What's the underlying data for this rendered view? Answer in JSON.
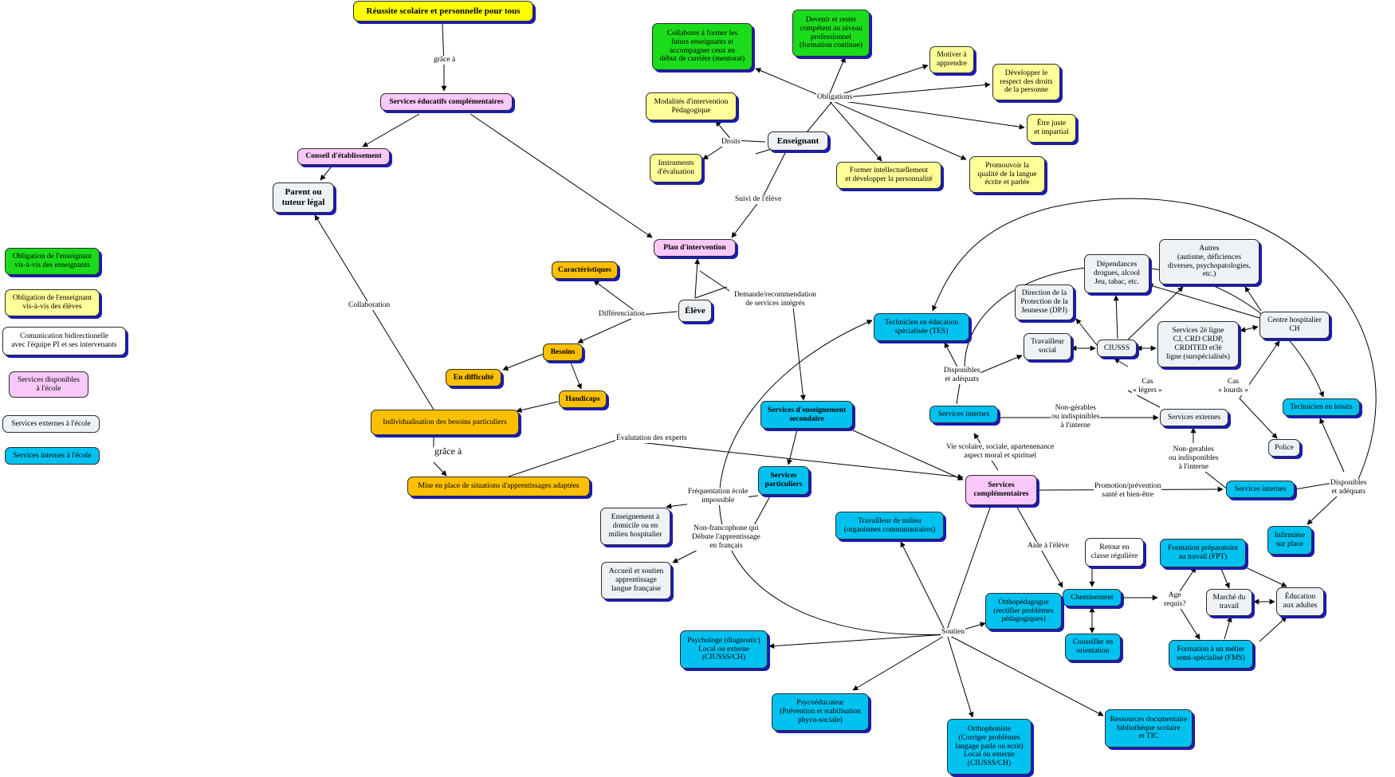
{
  "nodes": {
    "reussite": {
      "label": "Réussite scolaire et personnelle pour tous",
      "color": "yellow"
    },
    "services_educatifs": {
      "label": "Services éducatifs complémentaires",
      "color": "pink"
    },
    "conseil": {
      "label": "Conseil d'établissement",
      "color": "pink"
    },
    "parent": {
      "label": "Parent ou\ntuteur légal",
      "color": "lgray"
    },
    "plan": {
      "label": "Plan d'intervention",
      "color": "pink"
    },
    "enseignant": {
      "label": "Enseignant",
      "color": "lgray"
    },
    "collaborer": {
      "label": "Collaborer à former les\nfuturs enseignants et\naccompagner ceux en\ndébut de carrière (mentorat)",
      "color": "green"
    },
    "devenir": {
      "label": "Devenir et rester\ncompétent au niveau\nprofessionnel\n(formation continue)",
      "color": "green"
    },
    "motiver": {
      "label": "Motiver à\napprendre",
      "color": "lyellow"
    },
    "developper_respect": {
      "label": "Développer le\nrespect des droits\nde la personne",
      "color": "lyellow"
    },
    "etre_juste": {
      "label": "Être juste\net impartial",
      "color": "lyellow"
    },
    "promouvoir": {
      "label": "Promouvoir la\nqualité de la langue\nécrite et parlée",
      "color": "lyellow"
    },
    "former": {
      "label": "Former intellectuellement\net développer la personnalité",
      "color": "lyellow"
    },
    "modalites": {
      "label": "Modalités d'intervention\nPédagogique",
      "color": "lyellow"
    },
    "instruments": {
      "label": "Instruments\nd'évaluation",
      "color": "lyellow"
    },
    "eleve": {
      "label": "Élève",
      "color": "lgray"
    },
    "caracteristiques": {
      "label": "Caractéristiques",
      "color": "orange"
    },
    "besoins": {
      "label": "Besoins",
      "color": "orange"
    },
    "difficulte": {
      "label": "En difficulté",
      "color": "orange"
    },
    "handicaps": {
      "label": "Handicaps",
      "color": "orange"
    },
    "individualisation": {
      "label": "Individualisation des besoins particuliers",
      "color": "orange"
    },
    "mise_en_place": {
      "label": "Mise en place de situations d'apprentissages adaptées",
      "color": "orange"
    },
    "ses": {
      "label": "Services d'enseignement\nsecondaire",
      "color": "cyan"
    },
    "services_particuliers": {
      "label": "Services\nparticuliers",
      "color": "cyan"
    },
    "enseignement_domicile": {
      "label": "Enseignement à\ndomicile ou en\nmilieu hospitalier",
      "color": "lgray"
    },
    "accueil": {
      "label": "Accueil et soutien\napprentissage\nlangue française",
      "color": "lgray"
    },
    "services_complementaires": {
      "label": "Services\ncomplémentaires",
      "color": "pink"
    },
    "tes": {
      "label": "Technicien en éducation\nspécialisée (TES)",
      "color": "cyan"
    },
    "services_internes_1": {
      "label": "Services internes",
      "color": "cyan"
    },
    "services_internes_2": {
      "label": "Services internes",
      "color": "cyan"
    },
    "services_externes": {
      "label": "Services externes",
      "color": "lgray"
    },
    "travailleur_social": {
      "label": "Travailleur\nsocial",
      "color": "lgray"
    },
    "ciusss": {
      "label": "CIUSSS",
      "color": "lgray"
    },
    "dpj": {
      "label": "Direction de la\nProtection de la\nJeunesse (DPJ)",
      "color": "lgray"
    },
    "dependances": {
      "label": "Dépendances\ndrogues, alcool\nJeu, tabac, etc.",
      "color": "lgray"
    },
    "autres": {
      "label": "Autres\n(autisme, déficiences\ndiverses, psychopatologies,\netc.)",
      "color": "lgray"
    },
    "services_2e": {
      "label": "Services 2è ligne\nCJ, CRD CRDP,\nCRDITED et3è\nligne (surspécialisés)",
      "color": "lgray"
    },
    "centre_hosp": {
      "label": "Centre hospitalier\nCH",
      "color": "lgray"
    },
    "police": {
      "label": "Police",
      "color": "lgray"
    },
    "tech_loisirs": {
      "label": "Technicien en loisirs",
      "color": "cyan"
    },
    "infirmiere": {
      "label": "Infirmière\nsur place",
      "color": "cyan"
    },
    "travailleur_milieu": {
      "label": "Travailleur de milieu\n(organismes communautaires)",
      "color": "cyan"
    },
    "retour": {
      "label": "Retour en\nclasse régulière",
      "color": "white"
    },
    "cheminement": {
      "label": "Cheminement",
      "color": "cyan"
    },
    "conseiller": {
      "label": "Conseiller en\norientation",
      "color": "cyan"
    },
    "orthopedagogue": {
      "label": "Orthopédagogue\n(rectifier problèmes\npédagogiques)",
      "color": "cyan"
    },
    "fpt": {
      "label": "Formation préparatoire\nau travail (FPT)",
      "color": "cyan"
    },
    "marche": {
      "label": "Marché du\ntravail",
      "color": "lgray"
    },
    "education_adultes": {
      "label": "Éducation\naux adultes",
      "color": "lgray"
    },
    "fms": {
      "label": "Formation à un métier\nsemi-spécialisé (FMS)",
      "color": "cyan"
    },
    "psychologue": {
      "label": "Psychologe (diagnostic)\nLocal ou externe\n(CIUSSS/CH)",
      "color": "cyan"
    },
    "psychoeducateur": {
      "label": "Psycoéducateur\n(Prévention et stabilisation\nphyco-sociale)",
      "color": "cyan"
    },
    "orthophoniste": {
      "label": "Orthophoniste\n(Corriger problèmes\nlangage parle ou ecrit)\nLocal ou externe\n(CIUSSS/CH)",
      "color": "cyan"
    },
    "ressources": {
      "label": "Ressources documentaire\nbibliothèque scolaire\net TIC",
      "color": "cyan"
    }
  },
  "legend": [
    {
      "label": "Obligation de l'enseignant\nvis-à-vis des enseignants",
      "color": "#1bdc1b"
    },
    {
      "label": "Obligation de l'enseignant\nvis-à-vis des élèves",
      "color": "#ffff99"
    },
    {
      "label": "Comunication bidirectionelle\navec l'équipe PI et ses intervenants",
      "color": "#ffffff"
    },
    {
      "label": "Services disponibles\nà l'école",
      "color": "#f8c8f8"
    },
    {
      "label": "Services externes à l'école",
      "color": "#eef2f5"
    },
    {
      "label": "Services internes à l'école",
      "color": "#00c2f0"
    }
  ],
  "edge_labels": {
    "grace_a_1": "grâce à",
    "obligations": "Obligations",
    "droits": "Droits",
    "suivi": "Suivi de l'élève",
    "demande": "Demande/recommendation\nde services intégrés",
    "differenciation": "Différenciation",
    "collaboration": "Collaboration",
    "grace_a_2": "grâce à",
    "evaluation": "Évalutation des experts",
    "frequentation": "Fréquentation école\nimpossible",
    "non_francophone": "Non-francophone qui\nDébute l'apprentissage\nen français",
    "disponibles_1": "Disponibles\net adéquats",
    "non_gerables_1": "Non-gérables\nou indispinibles\nà l'interne",
    "vie_scolaire": "Vie scolaire, sociale, apartenenance\naspect moral et spirituel",
    "non_gerables_2": "Non-gerables\nou indisponibles\nà l'interne",
    "cas_legers": "Cas\n« légers »",
    "cas_lourds": "Cas\n« lourds »",
    "promotion": "Promotion/prévention\nsanté et bien-être",
    "disponibles_2": "Disponibles\net adéquats",
    "aide": "Aide à l'élève",
    "age": "Age\nrequis?",
    "soutien": "Soutien"
  }
}
